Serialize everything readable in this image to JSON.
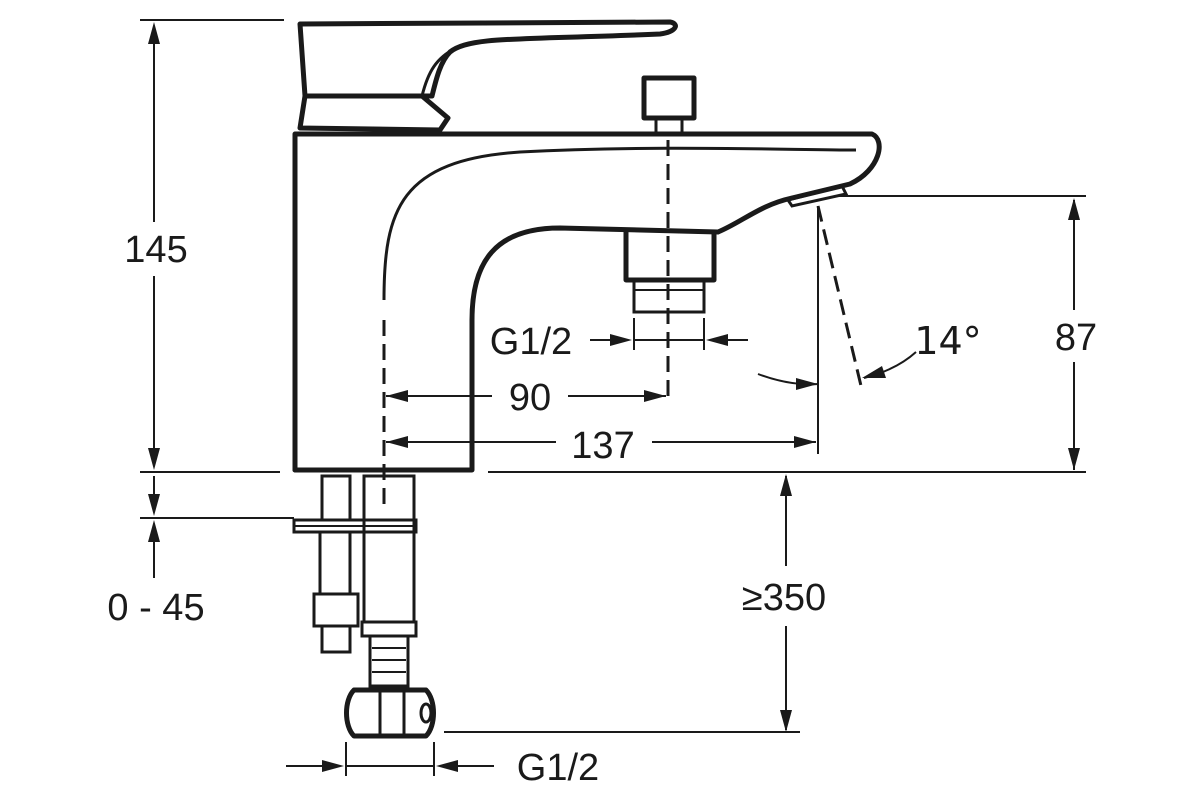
{
  "dimensions": {
    "total_height": "145",
    "deck_thickness": "0 - 45",
    "spout_inlet_thread": "G1/2",
    "handshower_offset": "90",
    "spout_reach": "137",
    "spout_angle": "14°",
    "spout_height": "87",
    "hose_length": "≥350",
    "supply_thread": "G1/2"
  }
}
